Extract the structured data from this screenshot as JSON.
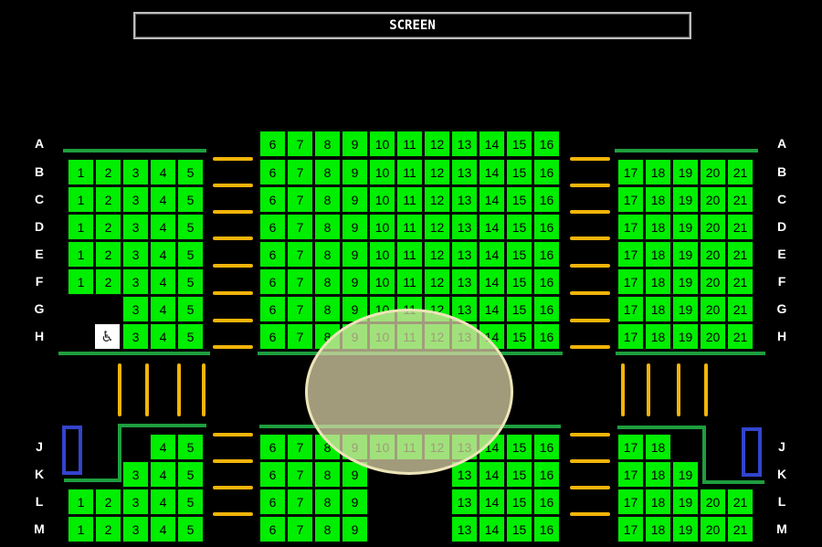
{
  "screen_label": "SCREEN",
  "rows": [
    "A",
    "B",
    "C",
    "D",
    "E",
    "F",
    "G",
    "H",
    "J",
    "K",
    "L",
    "M"
  ],
  "seat_map": {
    "A": [
      6,
      7,
      8,
      9,
      10,
      11,
      12,
      13,
      14,
      15,
      16
    ],
    "B": [
      1,
      2,
      3,
      4,
      5,
      6,
      7,
      8,
      9,
      10,
      11,
      12,
      13,
      14,
      15,
      16,
      17,
      18,
      19,
      20,
      21
    ],
    "C": [
      1,
      2,
      3,
      4,
      5,
      6,
      7,
      8,
      9,
      10,
      11,
      12,
      13,
      14,
      15,
      16,
      17,
      18,
      19,
      20,
      21
    ],
    "D": [
      1,
      2,
      3,
      4,
      5,
      6,
      7,
      8,
      9,
      10,
      11,
      12,
      13,
      14,
      15,
      16,
      17,
      18,
      19,
      20,
      21
    ],
    "E": [
      1,
      2,
      3,
      4,
      5,
      6,
      7,
      8,
      9,
      10,
      11,
      12,
      13,
      14,
      15,
      16,
      17,
      18,
      19,
      20,
      21
    ],
    "F": [
      1,
      2,
      3,
      4,
      5,
      6,
      7,
      8,
      9,
      10,
      11,
      12,
      13,
      14,
      15,
      16,
      17,
      18,
      19,
      20,
      21
    ],
    "G": [
      3,
      4,
      5,
      6,
      7,
      8,
      9,
      10,
      11,
      12,
      13,
      14,
      15,
      16,
      17,
      18,
      19,
      20,
      21
    ],
    "H": [
      3,
      4,
      5,
      6,
      7,
      8,
      9,
      10,
      11,
      12,
      13,
      14,
      15,
      16,
      17,
      18,
      19,
      20,
      21
    ],
    "J": [
      4,
      5,
      6,
      7,
      8,
      9,
      10,
      11,
      12,
      13,
      14,
      15,
      16,
      17,
      18
    ],
    "K": [
      3,
      4,
      5,
      6,
      7,
      8,
      9,
      13,
      14,
      15,
      16,
      17,
      18,
      19
    ],
    "L": [
      1,
      2,
      3,
      4,
      5,
      6,
      7,
      8,
      9,
      13,
      14,
      15,
      16,
      17,
      18,
      19,
      20,
      21
    ],
    "M": [
      1,
      2,
      3,
      4,
      5,
      6,
      7,
      8,
      9,
      13,
      14,
      15,
      16,
      17,
      18,
      19,
      20,
      21
    ]
  },
  "wheelchair_seat": {
    "row": "H",
    "icon": "wheelchair-icon",
    "glyph": "♿"
  },
  "colors": {
    "background": "#000000",
    "seat_available": "#00ee00",
    "divider": "#1e9e3e",
    "aisle_marker": "#f2b409",
    "door": "#3344cc",
    "highlight": "#e6dcaf"
  }
}
